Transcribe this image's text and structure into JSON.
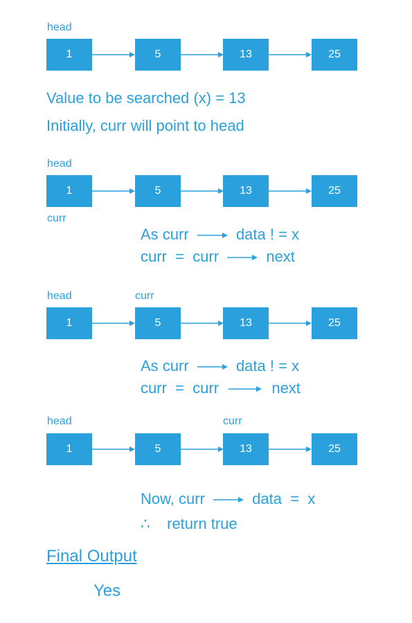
{
  "colors": {
    "accent": "#2aa1dc",
    "node_text": "#ffffff"
  },
  "head_label": "head",
  "curr_label": "curr",
  "nodes": [
    "1",
    "5",
    "13",
    "25"
  ],
  "intro": {
    "value_line": "Value to be searched (x) = 13",
    "initial_line": "Initially, curr will point to head"
  },
  "step1": {
    "line1_a": "As curr",
    "line1_b": "data ! = x",
    "line2_a": "curr  =  curr",
    "line2_b": "next"
  },
  "step2": {
    "line1_a": "As curr",
    "line1_b": "data ! = x",
    "line2_a": "curr  =  curr",
    "line2_b": "next"
  },
  "step3": {
    "line1_a": "Now, curr",
    "line1_b": "data  =  x",
    "therefore": "∴",
    "line2": "return true"
  },
  "final": {
    "title": "Final Output",
    "answer": "Yes"
  }
}
